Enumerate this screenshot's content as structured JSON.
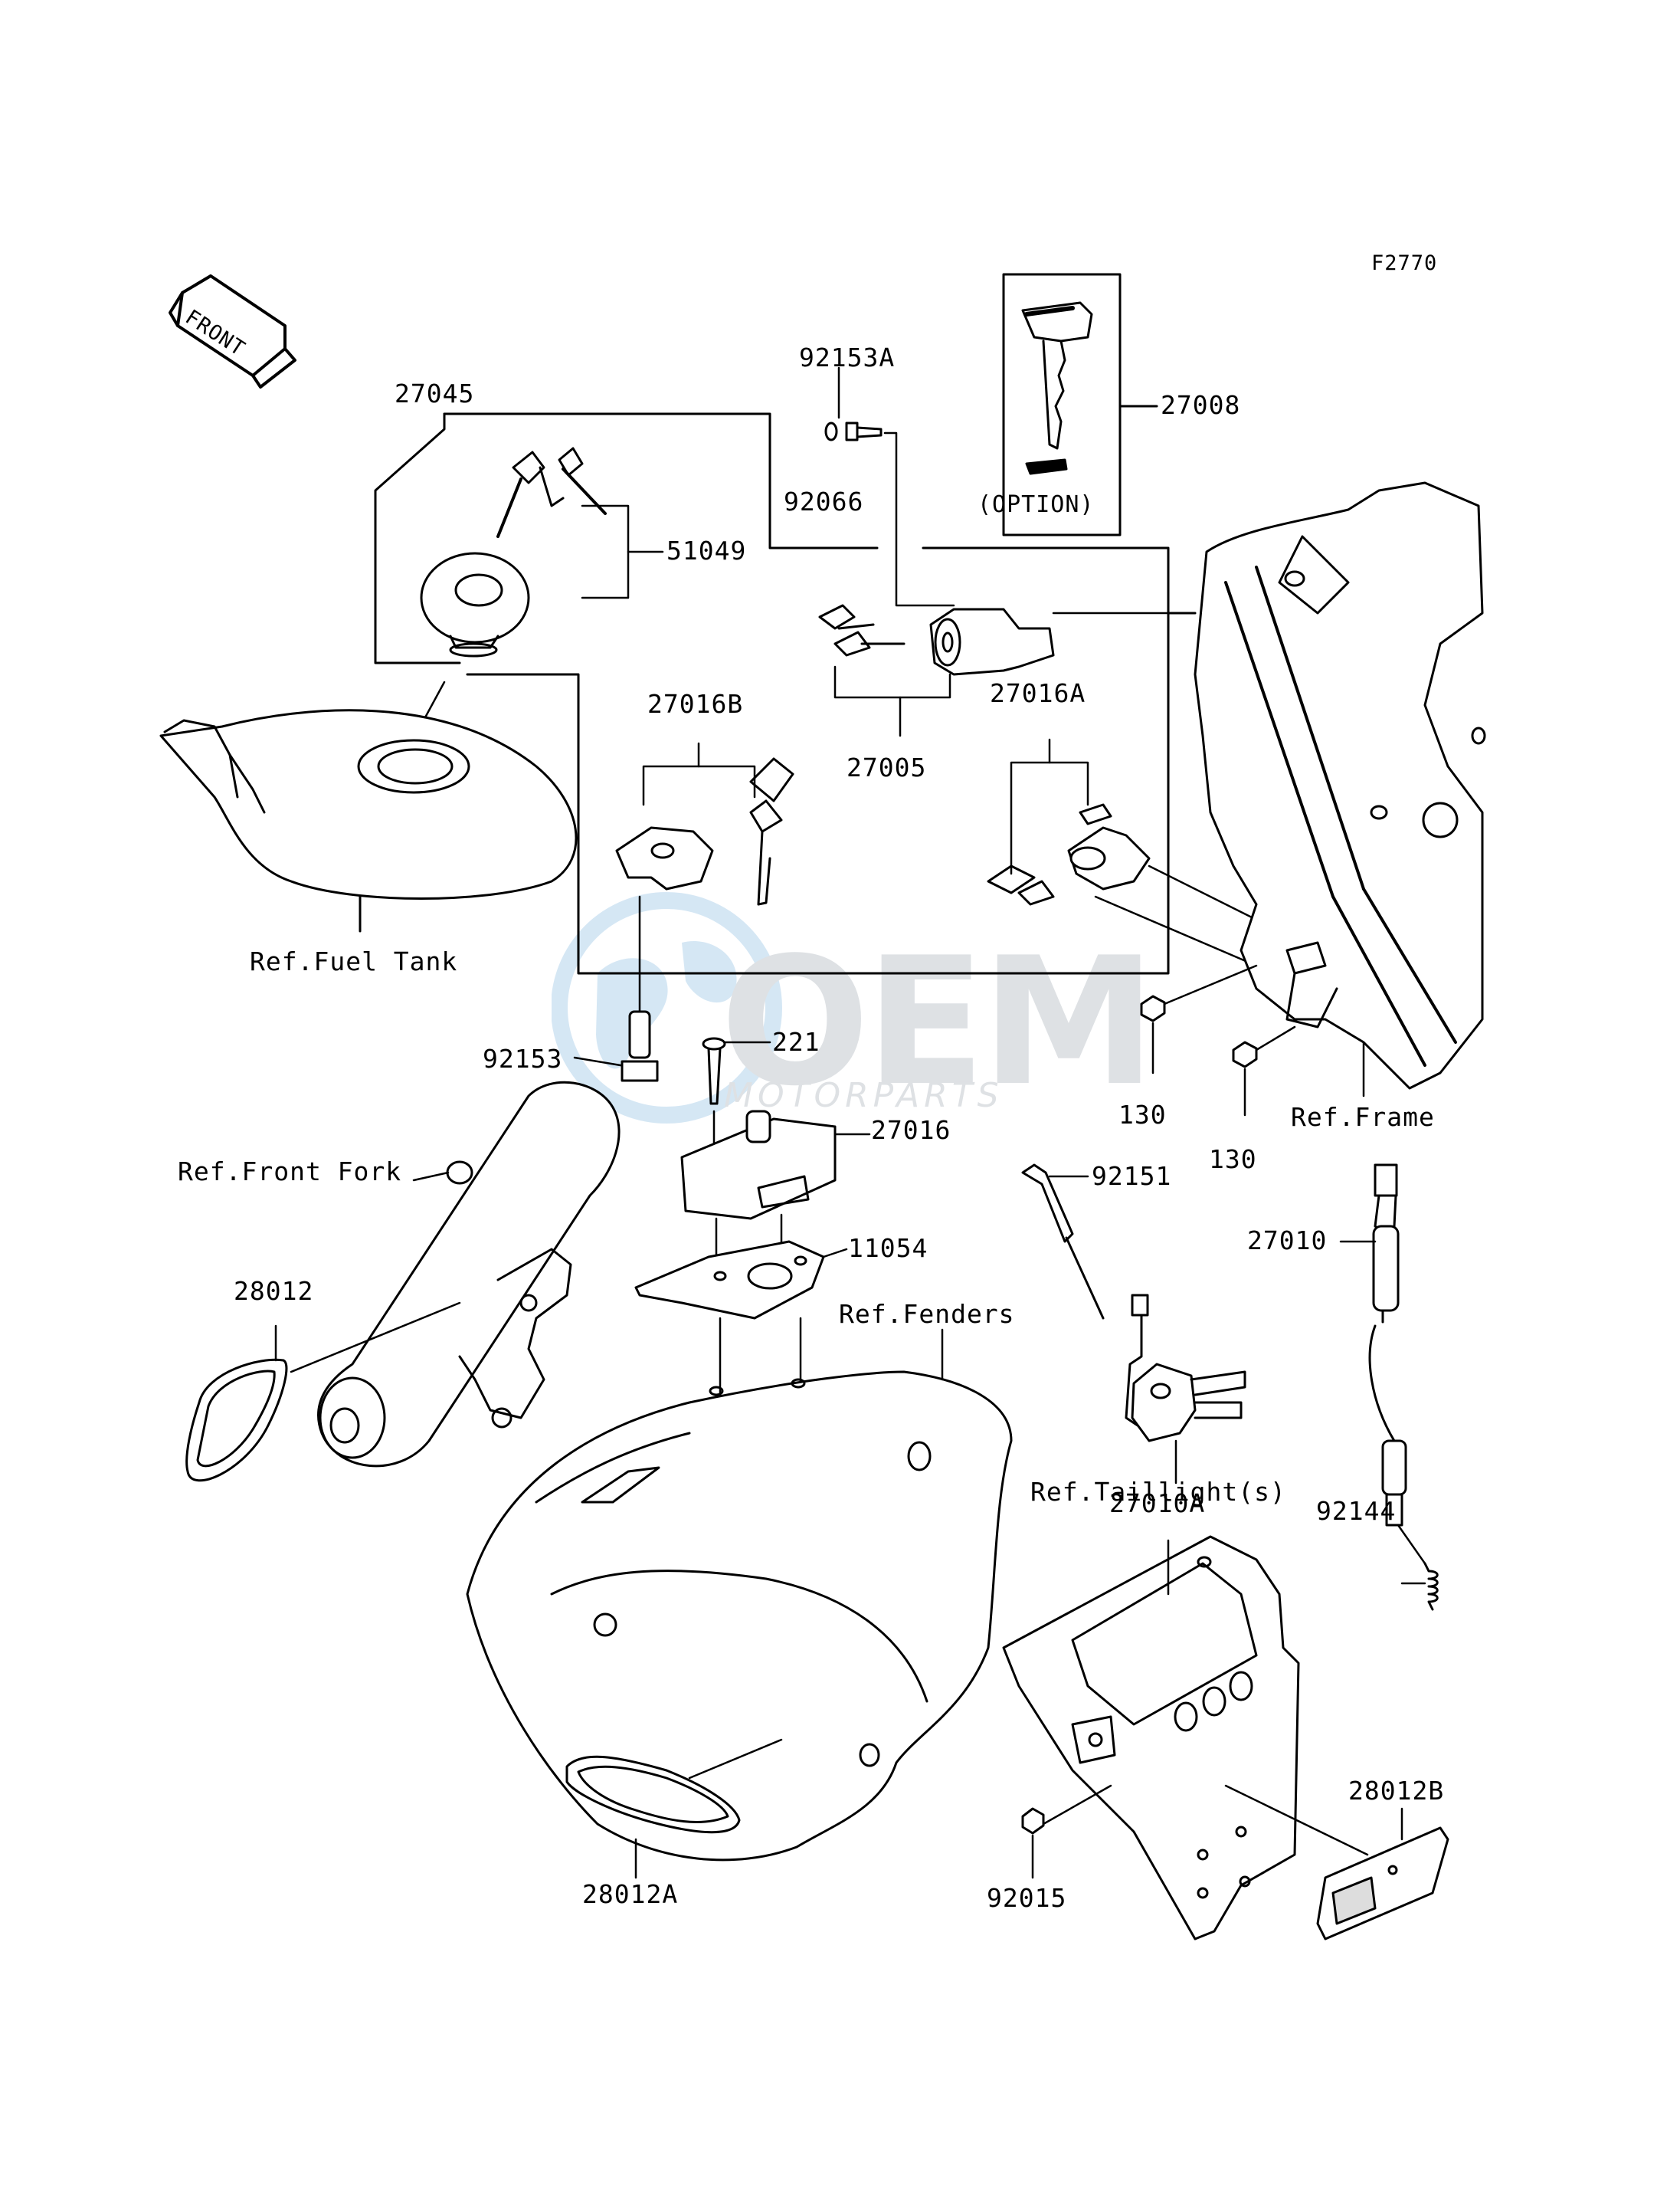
{
  "figure_code": "F2770",
  "front_label": "FRONT",
  "option_label": "(OPTION)",
  "part_numbers": {
    "p27045": "27045",
    "p51049": "51049",
    "p92153A": "92153A",
    "p92066": "92066",
    "p27008": "27008",
    "p27016B": "27016B",
    "p27005": "27005",
    "p27016A": "27016A",
    "p92153": "92153",
    "p221": "221",
    "p27016": "27016",
    "p130a": "130",
    "p130b": "130",
    "p92151": "92151",
    "p27010": "27010",
    "p11054": "11054",
    "p28012": "28012",
    "p27010A": "27010A",
    "p92144": "92144",
    "p28012B": "28012B",
    "p92015": "92015",
    "p28012A": "28012A"
  },
  "references": {
    "fuel_tank": "Ref.Fuel Tank",
    "front_fork": "Ref.Front Fork",
    "frame": "Ref.Frame",
    "fenders": "Ref.Fenders",
    "taillight": "Ref.Taillight(s)"
  },
  "watermark": {
    "brand": "OEM",
    "subtitle": "MOTORPARTS"
  },
  "colors": {
    "line": "#000000",
    "part_fill": "#ffffff",
    "watermark": "#9aa3ad",
    "watermark_accent": "#7fb6e0"
  }
}
